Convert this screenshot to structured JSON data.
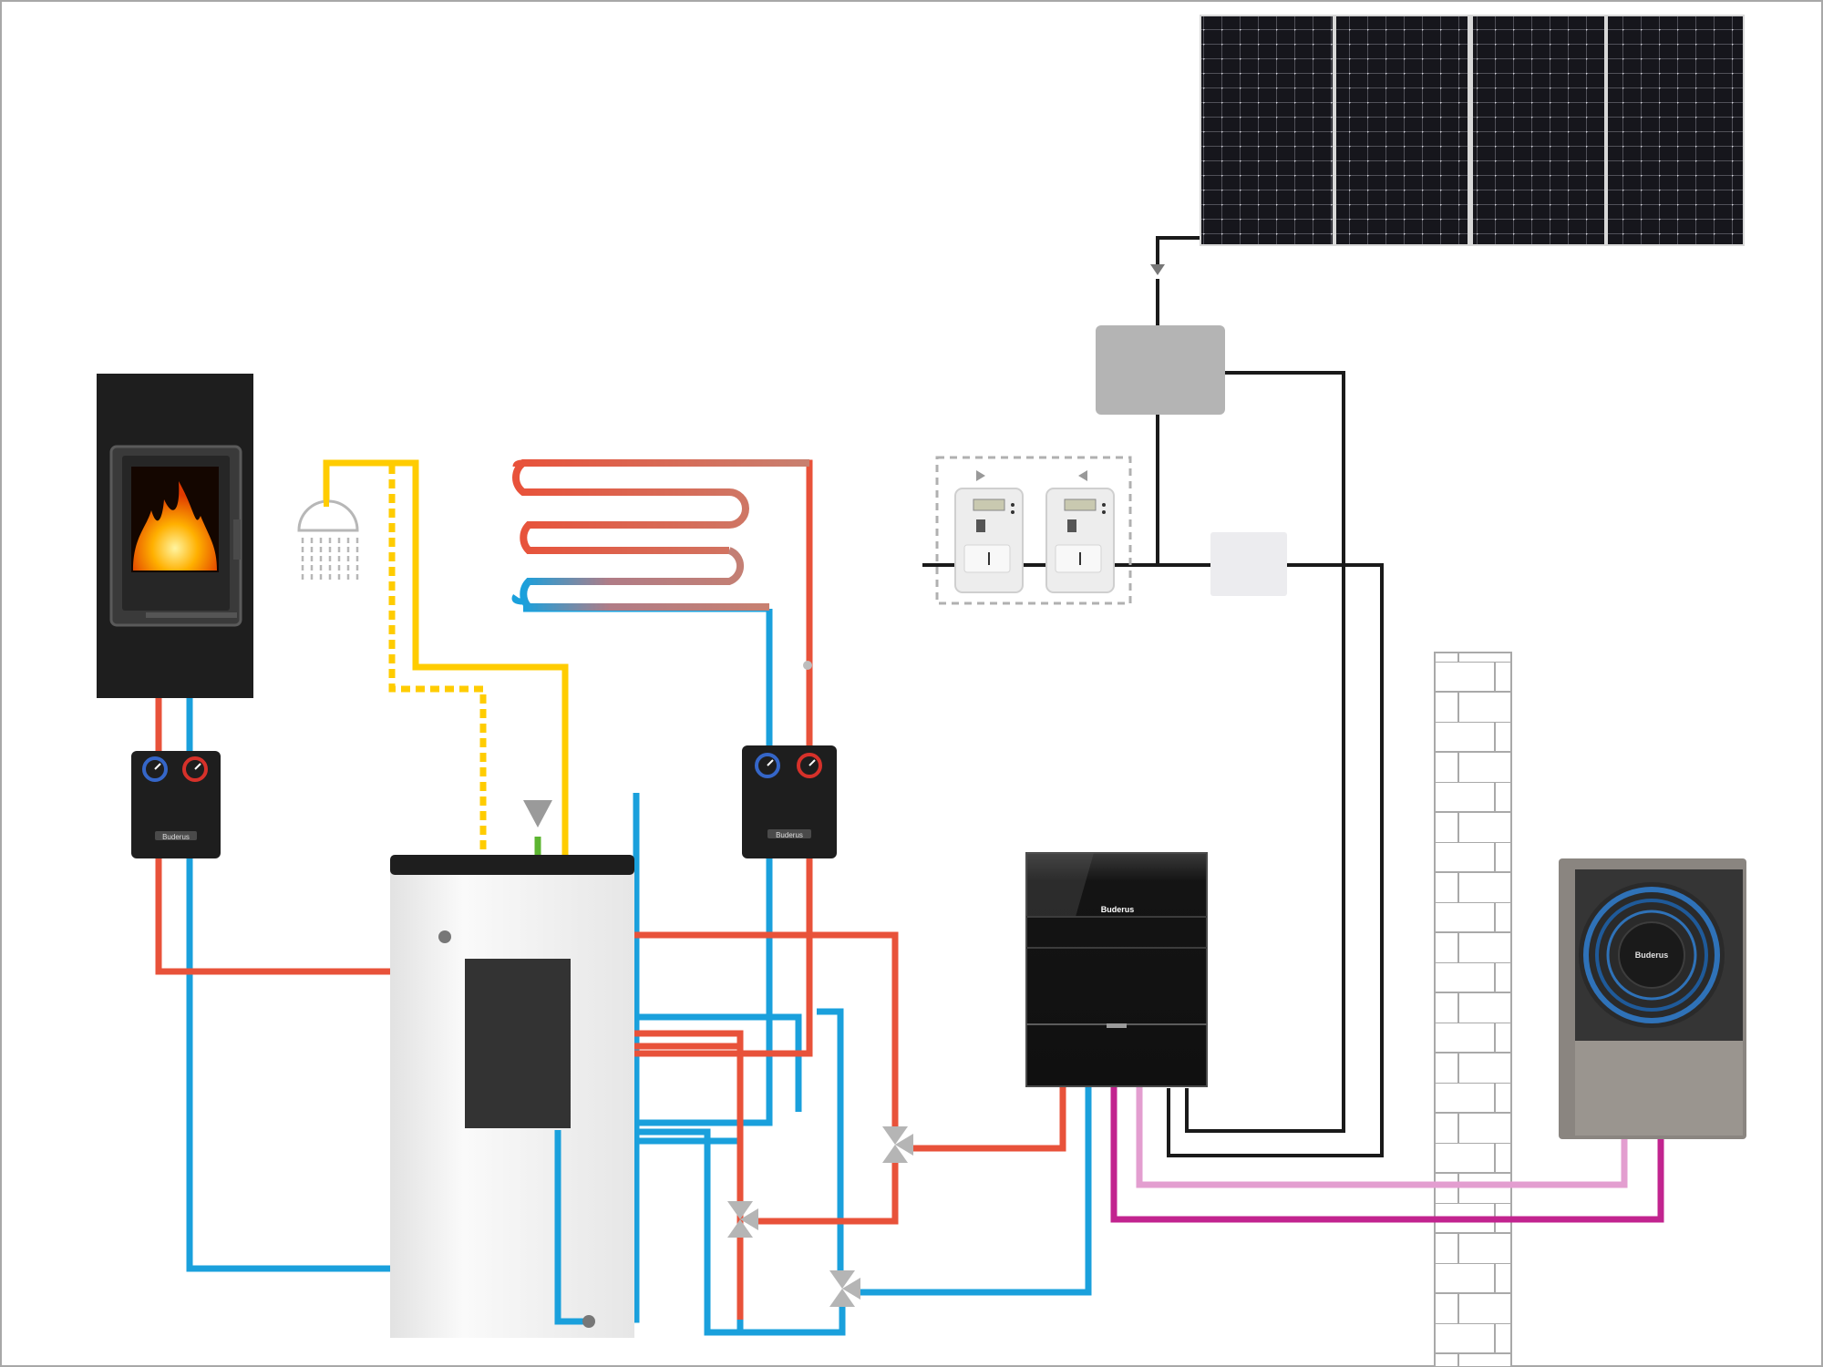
{
  "brand": {
    "logo_text": "Buderus"
  },
  "colors": {
    "frame": "#a8a8a8",
    "flow_hot": "#e8523a",
    "return_cold": "#1aa0dc",
    "dhw_hot": "#ffcc00",
    "cold_water": "#5cb531",
    "refrigerant_gas": "#c2248f",
    "refrigerant_liquid": "#e39ed0",
    "electric_line": "#1a1a1a",
    "device_dark": "#2b2b2b",
    "inverter_gray": "#b4b4b4",
    "solar_cell": "#15151b",
    "brick": "#b0b0b0",
    "tank": "#efefef",
    "heat_pump_casing": "#8a8580"
  },
  "components": [
    {
      "id": "wood-stove",
      "icon": "fire-icon"
    },
    {
      "id": "shower",
      "icon": "shower-icon"
    },
    {
      "id": "underfloor-heating-coil"
    },
    {
      "id": "pump-group-stove",
      "icon": "gauge-icon"
    },
    {
      "id": "pump-group-heating",
      "icon": "gauge-icon"
    },
    {
      "id": "storage-tank"
    },
    {
      "id": "indoor-unit"
    },
    {
      "id": "outdoor-heat-pump",
      "icon": "fan-icon"
    },
    {
      "id": "pv-array"
    },
    {
      "id": "inverter"
    },
    {
      "id": "energy-meter-import",
      "icon": "arrow-right-icon"
    },
    {
      "id": "energy-meter-export",
      "icon": "arrow-left-icon"
    },
    {
      "id": "junction-box"
    },
    {
      "id": "house-wall"
    },
    {
      "id": "three-way-valves",
      "icon": "valve-icon"
    }
  ]
}
